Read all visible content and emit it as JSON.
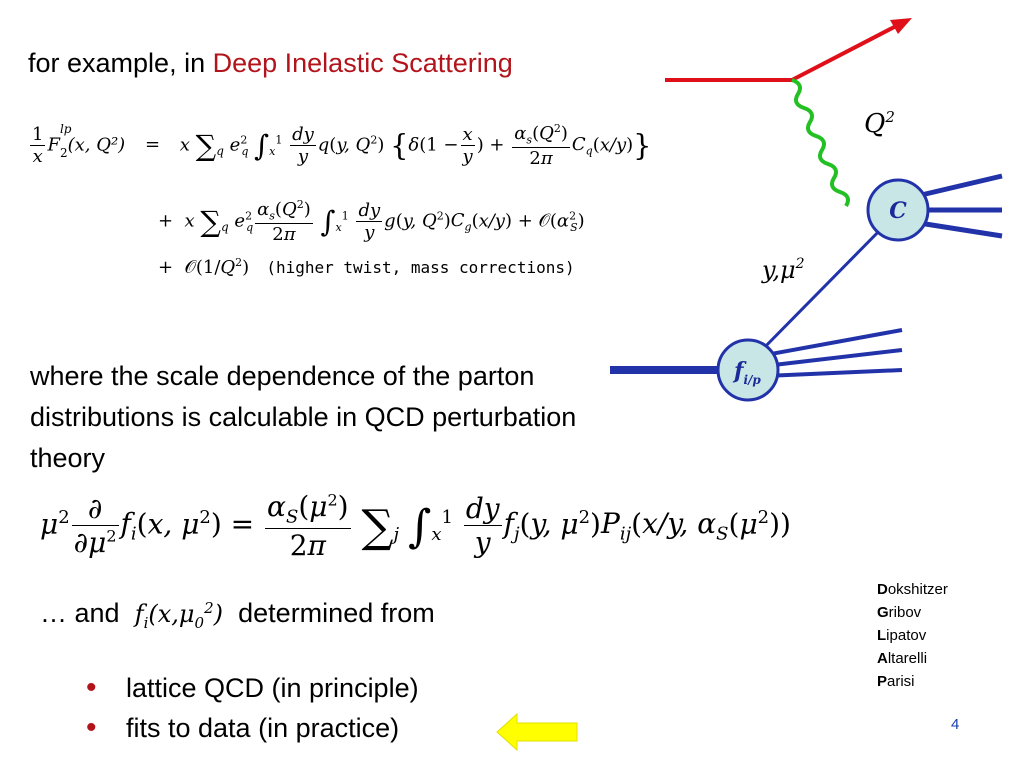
{
  "slide": {
    "intro_prefix": "for example, in ",
    "intro_highlight": "Deep Inelastic Scattering",
    "where_text": "where the scale dependence of the parton distributions is calculable in QCD perturbation theory",
    "and_prefix": "… and",
    "and_suffix": "determined from",
    "bullets": [
      {
        "label": "lattice QCD (in principle)"
      },
      {
        "label": "fits to data (in practice)"
      }
    ],
    "page_number": "4"
  },
  "equations": {
    "f2_lhs": "F",
    "f2_super": "lp",
    "f2_sub": "2",
    "f2_args": "(x, Q²)",
    "higher_twist": "(higher twist, mass corrections)"
  },
  "diagram": {
    "q2_label": "Q",
    "q2_exp": "2",
    "c_label": "C",
    "ymu_label": "y,μ",
    "ymu_exp": "2",
    "f_label": "f",
    "f_sub": "i/p"
  },
  "dglap": [
    {
      "initial": "D",
      "rest": "okshitzer"
    },
    {
      "initial": "G",
      "rest": "ribov"
    },
    {
      "initial": "L",
      "rest": "ipatov"
    },
    {
      "initial": "A",
      "rest": "ltarelli"
    },
    {
      "initial": "P",
      "rest": "arisi"
    }
  ],
  "colors": {
    "accent_red": "#b3141b",
    "electron_red": "#e0101a",
    "gluon_green": "#22c022",
    "quark_blue": "#2233aa",
    "blob_fill": "#c8e6e6",
    "arrow_yellow": "#ffff00"
  }
}
